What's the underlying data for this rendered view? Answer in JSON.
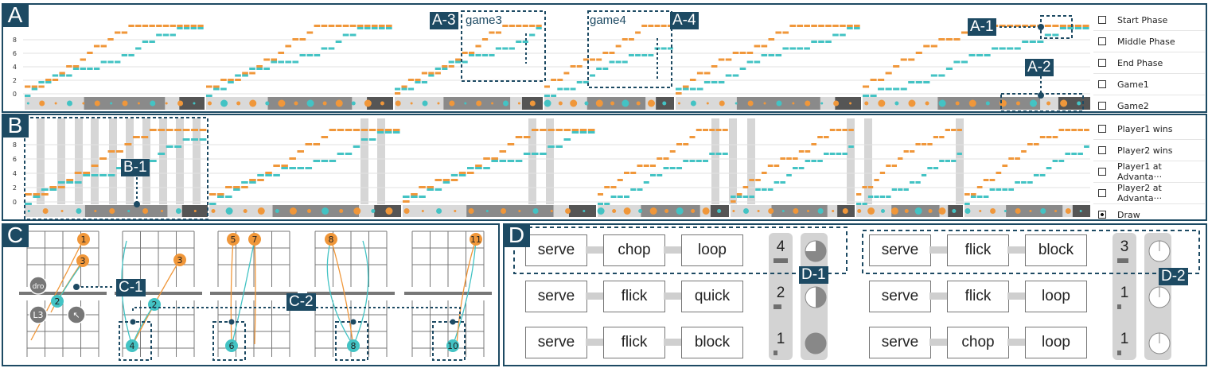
{
  "panels": {
    "A": {
      "label": "A",
      "game3": "game3",
      "game4": "game4",
      "sub": [
        "A-1",
        "A-2",
        "A-3",
        "A-4"
      ],
      "yticks": [
        "0",
        "2",
        "4",
        "6",
        "8"
      ]
    },
    "B": {
      "label": "B",
      "sub": [
        "B-1"
      ],
      "yticks": [
        "0",
        "2",
        "4",
        "6",
        "8"
      ]
    },
    "C": {
      "label": "C",
      "sub": [
        "C-1",
        "C-2"
      ],
      "balls": [
        [
          "1",
          "3",
          "2",
          "dro",
          "L3",
          "↖",
          "4"
        ],
        [
          "3",
          "2",
          "4"
        ],
        [
          "5",
          "7",
          "6"
        ],
        [
          "8",
          "8"
        ],
        [
          "11",
          "10"
        ]
      ]
    },
    "D": {
      "label": "D",
      "sub": [
        "D-1",
        "D-2"
      ]
    }
  },
  "legendA": [
    "Start Phase",
    "Middle Phase",
    "End Phase",
    "Game1",
    "Game2"
  ],
  "legendB": [
    "Player1 wins",
    "Player2 wins",
    "Player1 at Advanta···",
    "Player2 at Advanta···",
    "Draw"
  ],
  "sequencesLeft": [
    {
      "techs": [
        "serve",
        "chop",
        "loop"
      ],
      "count": "4",
      "frac": 0.75,
      "bar": 0.9
    },
    {
      "techs": [
        "serve",
        "flick",
        "quick"
      ],
      "count": "2",
      "frac": 0.5,
      "bar": 0.5
    },
    {
      "techs": [
        "serve",
        "flick",
        "block"
      ],
      "count": "1",
      "frac": 1.0,
      "bar": 0.25
    }
  ],
  "sequencesRight": [
    {
      "techs": [
        "serve",
        "flick",
        "block"
      ],
      "count": "3",
      "frac": 0,
      "bar": 0.7
    },
    {
      "techs": [
        "serve",
        "flick",
        "loop"
      ],
      "count": "1",
      "frac": 0,
      "bar": 0.25
    },
    {
      "techs": [
        "serve",
        "chop",
        "loop"
      ],
      "count": "1",
      "frac": 0,
      "bar": 0.25
    }
  ],
  "colors": {
    "orange": "#f0973a",
    "teal": "#43c3c4",
    "navy": "#1d4a63"
  }
}
